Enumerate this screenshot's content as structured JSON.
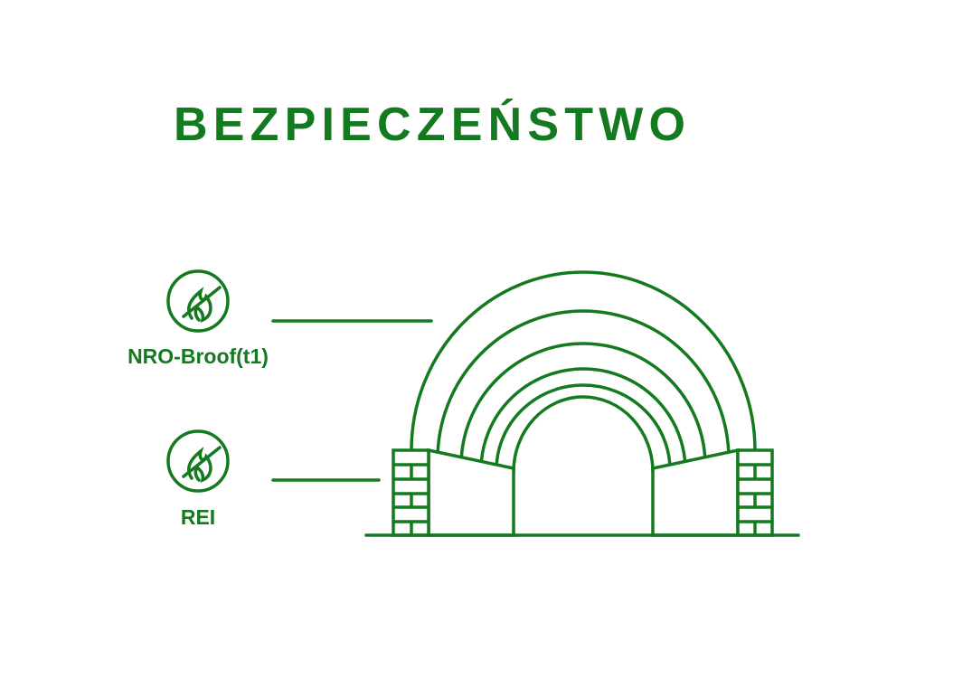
{
  "title": "BEZPIECZEŃSTWO",
  "colors": {
    "primary": "#137a1f",
    "background": "#ffffff"
  },
  "callouts": [
    {
      "label": "NRO-Broof(t1)",
      "icon": "no-fire-icon",
      "target": "roof-arch"
    },
    {
      "label": "REI",
      "icon": "no-fire-icon",
      "target": "side-wall"
    }
  ],
  "illustration": {
    "name": "arched-hall-structure",
    "arch_layers": 6,
    "brick_pillars": 2
  }
}
